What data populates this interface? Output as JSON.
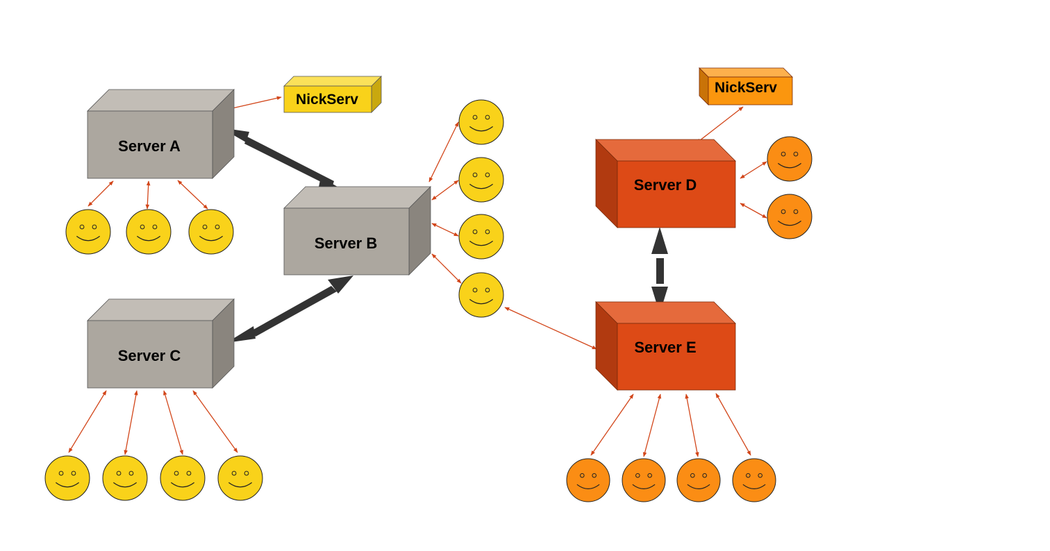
{
  "colors": {
    "gray_front": "#aca79f",
    "gray_top": "#c2bdb6",
    "gray_side": "#8a857e",
    "red_front": "#dd4a16",
    "red_top": "#e56a3c",
    "red_side": "#b13a10",
    "nick_yellow_front": "#f9d21a",
    "nick_yellow_top": "#fbe15a",
    "nick_yellow_side": "#c9a80f",
    "nick_orange_front": "#fb960e",
    "nick_orange_top": "#fdb04c",
    "nick_orange_side": "#c97308",
    "face_yellow": "#f9d21a",
    "face_orange": "#fb8d14",
    "connector": "#d2461a",
    "link": "#333333"
  },
  "servers": [
    {
      "id": "server-a",
      "label": "Server A",
      "network": "gray"
    },
    {
      "id": "server-b",
      "label": "Server B",
      "network": "gray"
    },
    {
      "id": "server-c",
      "label": "Server C",
      "network": "gray"
    },
    {
      "id": "server-d",
      "label": "Server D",
      "network": "red"
    },
    {
      "id": "server-e",
      "label": "Server E",
      "network": "red"
    }
  ],
  "services": [
    {
      "id": "nickserv-gray",
      "label": "NickServ",
      "attached_to": "Server A",
      "color": "yellow"
    },
    {
      "id": "nickserv-red",
      "label": "NickServ",
      "attached_to": "Server D",
      "color": "orange"
    }
  ],
  "server_links": [
    {
      "from": "Server A",
      "to": "Server B"
    },
    {
      "from": "Server B",
      "to": "Server C"
    },
    {
      "from": "Server D",
      "to": "Server E"
    }
  ],
  "clients": {
    "Server A": 3,
    "Server B": 4,
    "Server C": 4,
    "Server D": 2,
    "Server E": 4
  },
  "cross_links": [
    {
      "from": "client of Server B",
      "to": "Server E"
    }
  ]
}
